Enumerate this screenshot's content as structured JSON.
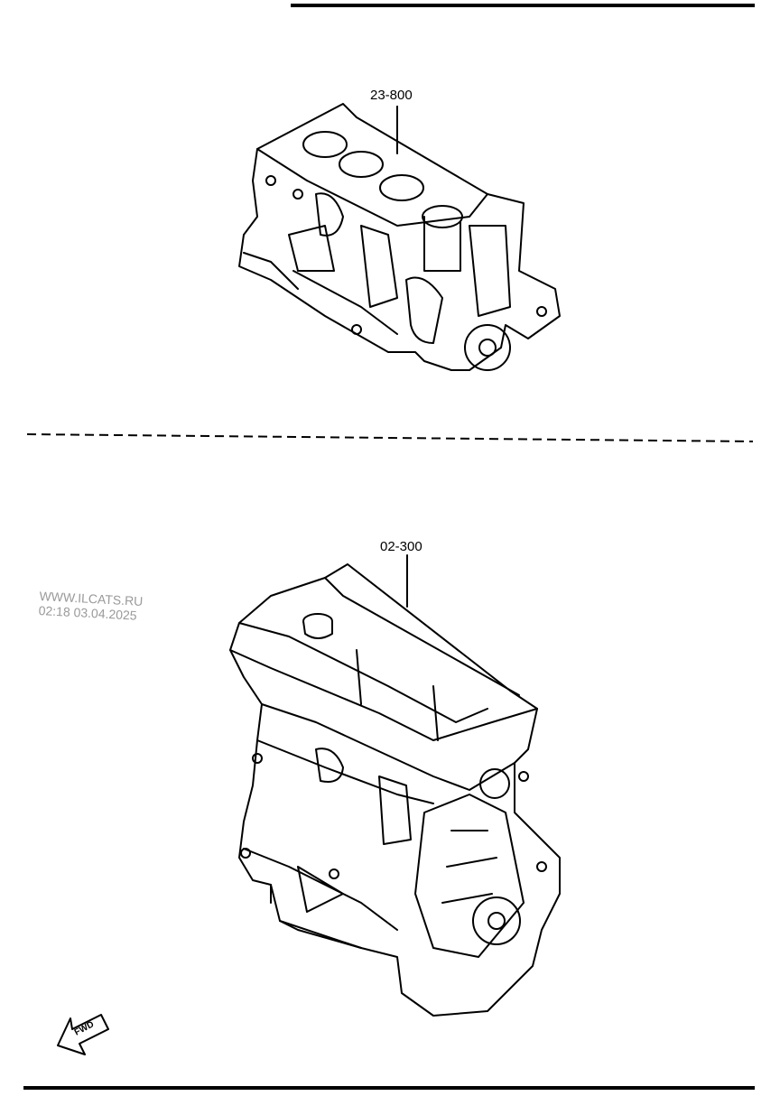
{
  "parts": [
    {
      "part_number": "23-800"
    },
    {
      "part_number": "02-300"
    }
  ],
  "watermark": {
    "site": "WWW.ILCATS.RU",
    "timestamp": "02:18 03.04.2025"
  },
  "direction_indicator": {
    "label": "FWD"
  }
}
